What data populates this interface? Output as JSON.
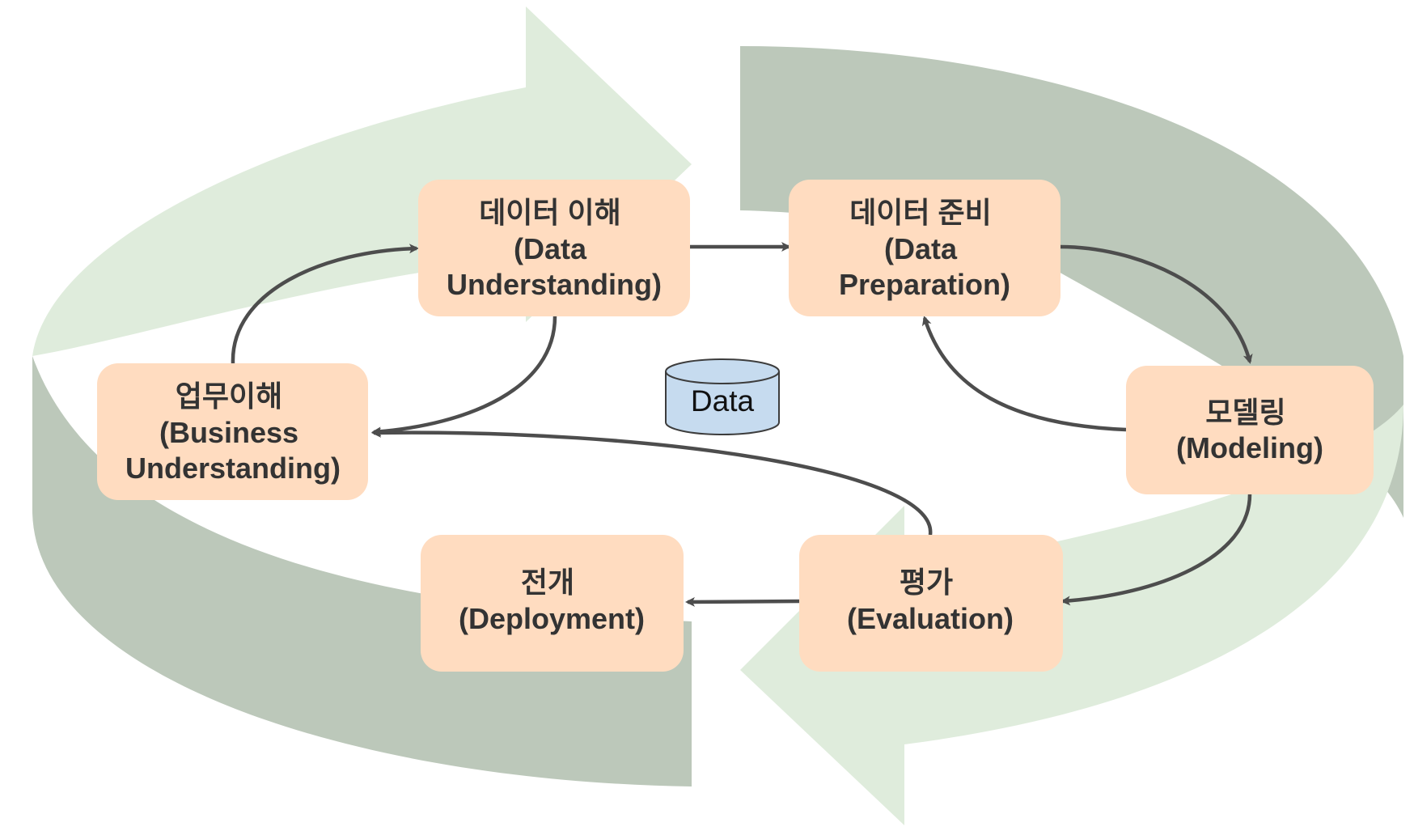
{
  "diagram": {
    "colors": {
      "node_fill": "#ffdcc0",
      "edge": "#4d4d4d",
      "text": "#333333",
      "cycle_light": "#dfecdc",
      "cycle_dark": "#bcc8ba",
      "database_fill": "#c6dbef",
      "database_stroke": "#3d3d3d"
    },
    "nodes": {
      "data_understanding": {
        "line1": "데이터 이해",
        "line2": "(Data",
        "line3": "Understanding)"
      },
      "data_preparation": {
        "line1": "데이터 준비",
        "line2": "(Data",
        "line3": "Preparation)"
      },
      "business_understanding": {
        "line1": "업무이해",
        "line2": "(Business",
        "line3": "Understanding)"
      },
      "modeling": {
        "line1": "모델링",
        "line2": "(Modeling)"
      },
      "deployment": {
        "line1": "전개",
        "line2": "(Deployment)"
      },
      "evaluation": {
        "line1": "평가",
        "line2": "(Evaluation)"
      }
    },
    "database": {
      "label": "Data"
    },
    "edges": [
      {
        "from": "data_understanding",
        "to": "data_preparation"
      },
      {
        "from": "data_preparation",
        "to": "modeling"
      },
      {
        "from": "modeling",
        "to": "data_preparation"
      },
      {
        "from": "modeling",
        "to": "evaluation"
      },
      {
        "from": "evaluation",
        "to": "deployment"
      },
      {
        "from": "evaluation",
        "to": "business_understanding"
      },
      {
        "from": "business_understanding",
        "to": "data_understanding"
      },
      {
        "from": "data_understanding",
        "to": "business_understanding"
      }
    ]
  }
}
